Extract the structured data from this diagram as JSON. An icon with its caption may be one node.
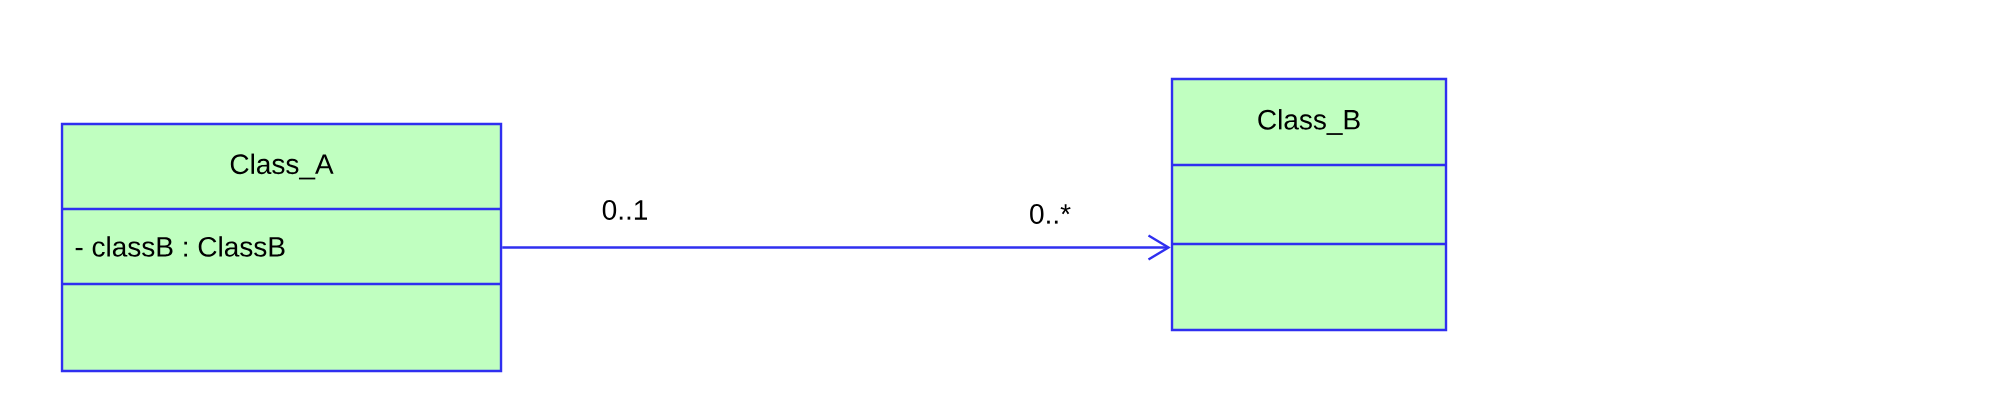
{
  "diagram": {
    "nodes": [
      {
        "text": [
          "Class_A",
          "-   classB   : ClassB"
        ]
      },
      {
        "text": [
          "Class_B"
        ]
      }
    ],
    "edges": [
      {
        "from": 0,
        "to": 1,
        "arrow": "to"
      }
    ],
    "labels": [
      "0..1",
      "0..*"
    ]
  }
}
